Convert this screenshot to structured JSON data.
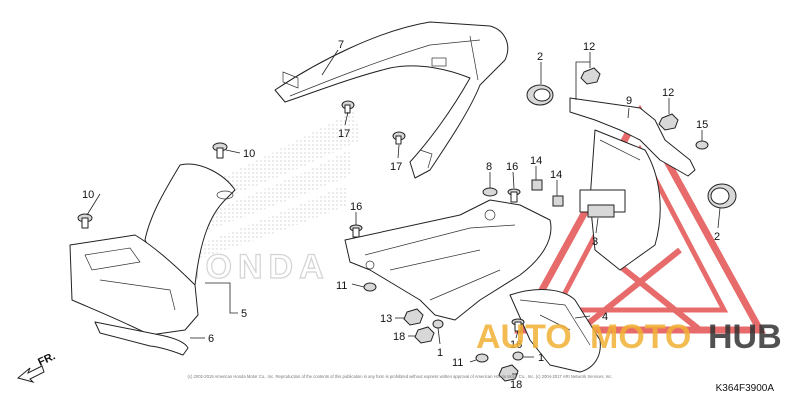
{
  "diagram_code": "K364F3900A",
  "direction_label": "FR.",
  "watermark": {
    "brand_auto": "AUTO",
    "brand_moto": "MOTO",
    "brand_hub": "HUB",
    "background_logo": "HONDA",
    "color_red": "#e03a3a",
    "color_orange": "#f2b134",
    "color_dark": "#333333"
  },
  "copyright": "(c) 2002-2019 American Honda Motor Co., Inc. Reproduction of the contents of this publication in any form is prohibited without express written approval of American Honda Motor Co., Inc. (c) 2004-2017 ARI Network Services, Inc.",
  "callouts": [
    {
      "id": "c7",
      "text": "7"
    },
    {
      "id": "c17a",
      "text": "17"
    },
    {
      "id": "c17b",
      "text": "17"
    },
    {
      "id": "c10a",
      "text": "10"
    },
    {
      "id": "c10b",
      "text": "10"
    },
    {
      "id": "c5",
      "text": "5"
    },
    {
      "id": "c6",
      "text": "6"
    },
    {
      "id": "c2a",
      "text": "2"
    },
    {
      "id": "c12a",
      "text": "12"
    },
    {
      "id": "c9",
      "text": "9"
    },
    {
      "id": "c12b",
      "text": "12"
    },
    {
      "id": "c15",
      "text": "15"
    },
    {
      "id": "c2b",
      "text": "2"
    },
    {
      "id": "c8",
      "text": "8"
    },
    {
      "id": "c16a",
      "text": "16"
    },
    {
      "id": "c14a",
      "text": "14"
    },
    {
      "id": "c14b",
      "text": "14"
    },
    {
      "id": "c16b",
      "text": "16"
    },
    {
      "id": "c3",
      "text": "3"
    },
    {
      "id": "c11a",
      "text": "11"
    },
    {
      "id": "c13",
      "text": "13"
    },
    {
      "id": "c18a",
      "text": "18"
    },
    {
      "id": "c1a",
      "text": "1"
    },
    {
      "id": "c4",
      "text": "4"
    },
    {
      "id": "c16c",
      "text": "16"
    },
    {
      "id": "c11b",
      "text": "11"
    },
    {
      "id": "c1b",
      "text": "1"
    },
    {
      "id": "c18b",
      "text": "18"
    }
  ]
}
